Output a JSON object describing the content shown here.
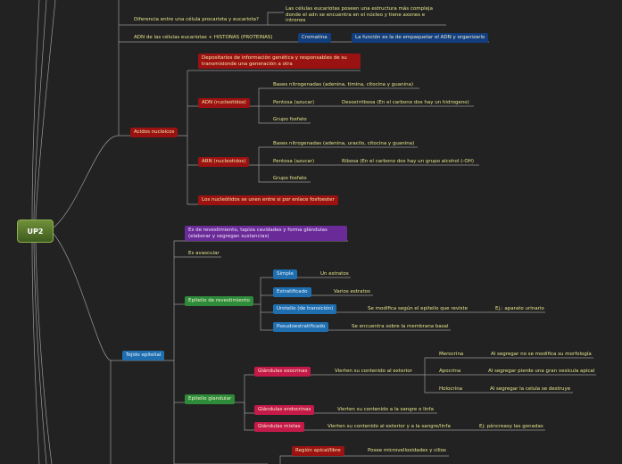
{
  "root": {
    "label": "UP2"
  },
  "nodes": {
    "diferencia": "Diferencia entre una célula procariota y eucariota?",
    "eucariotas": "Las células eucariotas poseen una estructura más compleja donde el adn se encuentra en el núcleo y tiene axones e intrones",
    "adn_histonas": "ADN de las células eucariotas + HISTONAS (PROTEINAS)",
    "cromatina": "Cromatina",
    "empaquetar": "La función es la de empaquetar el ADN y organizarlo",
    "acidos": "Acidos nucleicos",
    "depositarios": "Depositarios de información genética y responsables de su transmisionde una generación a otra",
    "adn_nucleotidos": "ADN (nucleotidos)",
    "adn_bases": "Bases nitrogenadas (adenina, timina, citocina y guanina)",
    "adn_pentosa": "Pentosa (azucar)",
    "desoxirribosa": "Desoxirribosa (En el carbono dos hay un hidrogeno)",
    "adn_fosfato": "Grupo fosfato",
    "arn_nucleotidos": "ARN (nucleotidos)",
    "arn_bases": "Bases nitrogenadas (adenina, uracilo, citocina y guanina)",
    "arn_pentosa": "Pentosa (azucar)",
    "ribosa": "Ribosa (En el carbono dos hay un grupo alcohol (-OH)",
    "arn_fosfato": "Grupo fosfato",
    "fosfoester": "Los nucleótidos se unen entre si por enlace fosfoester",
    "tejido_epitelial": "Tejido epitelial",
    "revestimiento_desc": "Es de revestimiento, tapiza cavidades y forma glándulas (elaborar y segregan sustancias)",
    "avascular": "Es avascular",
    "epitelio_revestimiento": "Epitelio de revestimiento",
    "simple": "Simple",
    "un_estrato": "Un estratos",
    "estratificado": "Estratificado",
    "varios_estratos": "Varios estratos",
    "urotelio": "Urotelio (de transición)",
    "urotelio_desc": "Se modifica según el epitelio que reviste",
    "urotelio_ej": "Ej.: aparato urinario",
    "pseudo": "Pseudoestratificado",
    "pseudo_desc": "Se encuentra sobre la membrana basal",
    "epitelio_glandular": "Epitelio glandular",
    "exocrinas": "Glándulas exocrinas",
    "exocrinas_desc": "Vierten su contenido al exterior",
    "merocrina": "Merocrina",
    "merocrina_desc": "Al segregar no se modifica su morfología",
    "apocrina": "Apocrina",
    "apocrina_desc": "Al segregar pierde una gran vesícula apical",
    "holocrina": "Holocrina",
    "holocrina_desc": "Al segregar la celula se destruye",
    "endocrinas": "Glándulas endocrinas",
    "endocrinas_desc": "Vierten su contenido a la sangre o linfa",
    "mixtas": "Glándulas mixtas",
    "mixtas_desc": "Vierten su contenido al exterior y a la sangre/linfa",
    "mixtas_ej": "Ej: páncreasy las gonadas",
    "region_apical": "Región apical/libre",
    "region_apical_desc": "Posee microvellosidades y cilios"
  },
  "colors": {
    "background": "#222222",
    "line": "#9a9a9a",
    "text": "#e6e68c",
    "red": "#9b1212",
    "pink": "#c41a4a",
    "green": "#2e8b3a",
    "blue": "#1f6fb0",
    "navy": "#123e80",
    "purple": "#6a2a98"
  }
}
